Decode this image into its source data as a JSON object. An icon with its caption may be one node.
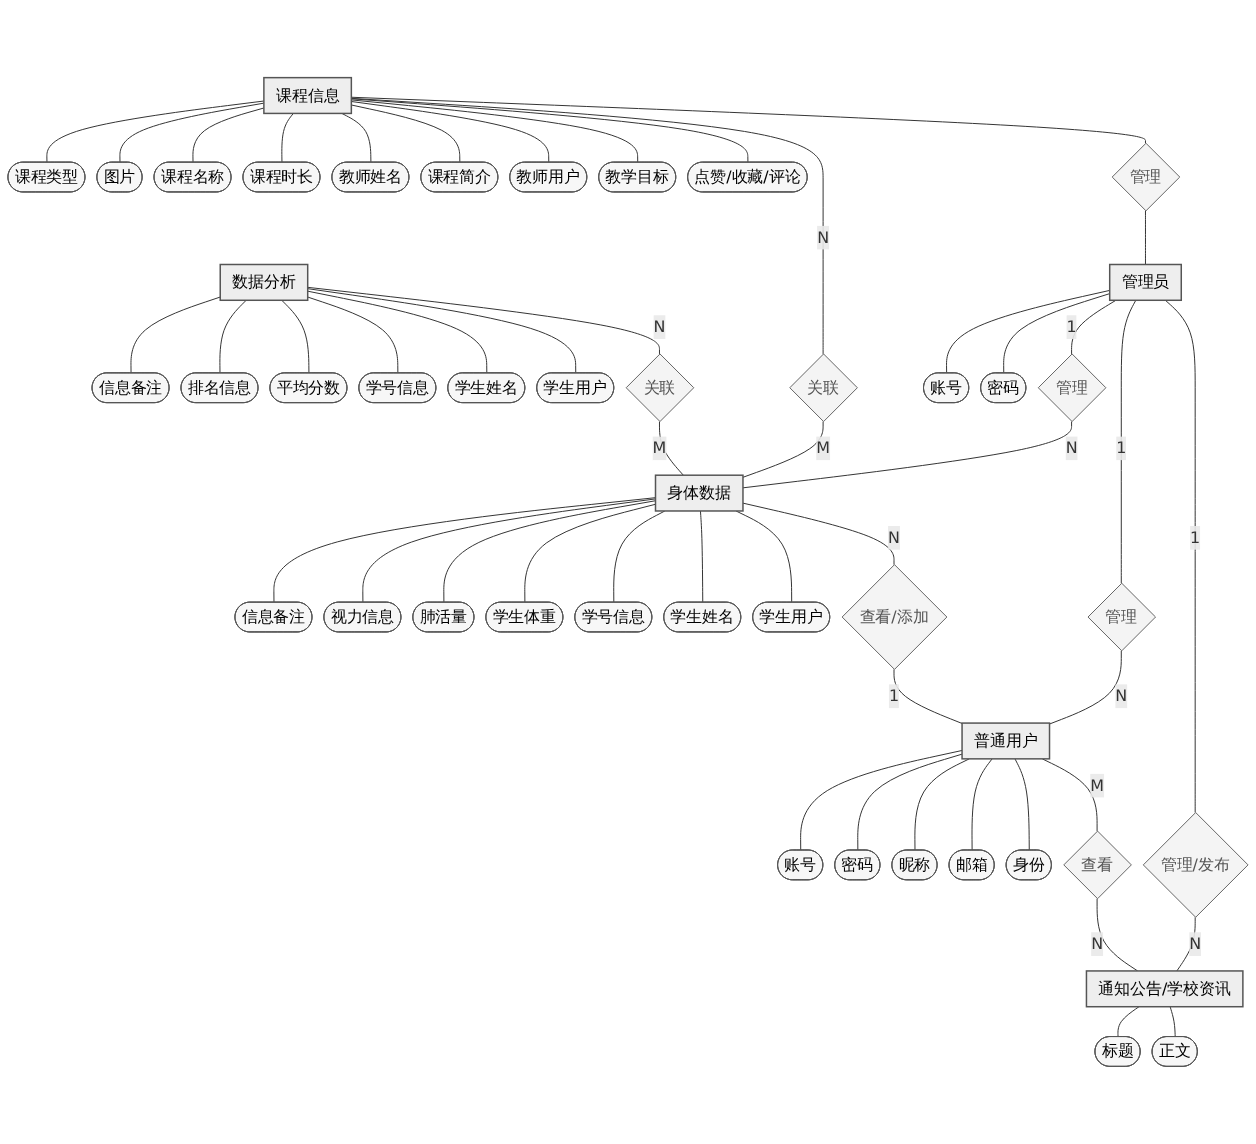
{
  "diagram": {
    "nodes": [
      {
        "text": [
          "信息备注"
        ]
      },
      {
        "text": [
          "排名信息"
        ]
      },
      {
        "text": [
          "平均分数"
        ]
      },
      {
        "text": [
          "学号信息"
        ]
      },
      {
        "text": [
          "学生姓名"
        ]
      },
      {
        "text": [
          "学生用户"
        ]
      },
      {
        "text": [
          "数据分析"
        ]
      },
      {
        "text": [
          "课程类型"
        ]
      },
      {
        "text": [
          "图片"
        ]
      },
      {
        "text": [
          "课程名称"
        ]
      },
      {
        "text": [
          "课程时长"
        ]
      },
      {
        "text": [
          "教师姓名"
        ]
      },
      {
        "text": [
          "课程简介"
        ]
      },
      {
        "text": [
          "教师用户"
        ]
      },
      {
        "text": [
          "教学目标"
        ]
      },
      {
        "text": [
          "点赞/收藏/评论"
        ]
      },
      {
        "text": [
          "信息备注"
        ]
      },
      {
        "text": [
          "视力信息"
        ]
      },
      {
        "text": [
          "肺活量"
        ]
      },
      {
        "text": [
          "关联"
        ]
      },
      {
        "text": [
          "学生体重"
        ]
      },
      {
        "text": [
          "课程信息"
        ]
      },
      {
        "text": [
          "关联"
        ]
      },
      {
        "text": [
          "身体数据"
        ]
      },
      {
        "text": [
          "学号信息"
        ]
      },
      {
        "text": [
          "学生姓名"
        ]
      },
      {
        "text": [
          "管理"
        ]
      },
      {
        "text": [
          "管理"
        ]
      },
      {
        "text": [
          "查看/添加"
        ]
      },
      {
        "text": [
          "学生用户"
        ]
      },
      {
        "text": [
          "账号"
        ]
      },
      {
        "text": [
          "管理员"
        ]
      },
      {
        "text": [
          "管理"
        ]
      },
      {
        "text": [
          "普通用户"
        ]
      },
      {
        "text": [
          "密码"
        ]
      },
      {
        "text": [
          "账号"
        ]
      },
      {
        "text": [
          "昵称"
        ]
      },
      {
        "text": [
          "密码"
        ]
      },
      {
        "text": [
          "管理/发布"
        ]
      },
      {
        "text": [
          "查看"
        ]
      },
      {
        "text": [
          "邮箱"
        ]
      },
      {
        "text": [
          "身份"
        ]
      },
      {
        "text": [
          "通知公告/学校资讯"
        ]
      },
      {
        "text": [
          "标题"
        ]
      },
      {
        "text": [
          "正文"
        ]
      }
    ],
    "edges": [
      {
        "from": 6,
        "to": 0,
        "arrow": "none"
      },
      {
        "from": 6,
        "to": 1,
        "arrow": "none"
      },
      {
        "from": 6,
        "to": 2,
        "arrow": "none"
      },
      {
        "from": 6,
        "to": 3,
        "arrow": "none"
      },
      {
        "from": 6,
        "to": 4,
        "arrow": "none"
      },
      {
        "from": 6,
        "to": 5,
        "arrow": "none"
      },
      {
        "from": 21,
        "to": 7,
        "arrow": "none"
      },
      {
        "from": 21,
        "to": 8,
        "arrow": "none"
      },
      {
        "from": 21,
        "to": 9,
        "arrow": "none"
      },
      {
        "from": 21,
        "to": 10,
        "arrow": "none"
      },
      {
        "from": 21,
        "to": 11,
        "arrow": "none"
      },
      {
        "from": 21,
        "to": 12,
        "arrow": "none"
      },
      {
        "from": 21,
        "to": 13,
        "arrow": "none"
      },
      {
        "from": 21,
        "to": 14,
        "arrow": "none"
      },
      {
        "from": 21,
        "to": 15,
        "arrow": "none"
      },
      {
        "from": 23,
        "to": 16,
        "arrow": "none"
      },
      {
        "from": 23,
        "to": 17,
        "arrow": "none"
      },
      {
        "from": 23,
        "to": 18,
        "arrow": "none"
      },
      {
        "from": 23,
        "to": 20,
        "arrow": "none"
      },
      {
        "from": 23,
        "to": 24,
        "arrow": "none"
      },
      {
        "from": 23,
        "to": 25,
        "arrow": "none"
      },
      {
        "from": 23,
        "to": 29,
        "arrow": "none"
      },
      {
        "from": 33,
        "to": 30,
        "arrow": "none"
      },
      {
        "from": 33,
        "to": 34,
        "arrow": "none"
      },
      {
        "from": 33,
        "to": 36,
        "arrow": "none"
      },
      {
        "from": 33,
        "to": 40,
        "arrow": "none"
      },
      {
        "from": 33,
        "to": 41,
        "arrow": "none"
      },
      {
        "from": 31,
        "to": 35,
        "arrow": "none"
      },
      {
        "from": 31,
        "to": 37,
        "arrow": "none"
      },
      {
        "from": 42,
        "to": 43,
        "arrow": "none"
      },
      {
        "from": 42,
        "to": 44,
        "arrow": "none"
      },
      {
        "from": 6,
        "to": 19,
        "arrow": "none",
        "label": "N"
      },
      {
        "from": 19,
        "to": 23,
        "arrow": "none",
        "label": "M"
      },
      {
        "from": 21,
        "to": 22,
        "arrow": "none",
        "label": "N"
      },
      {
        "from": 22,
        "to": 23,
        "arrow": "none",
        "label": "M"
      },
      {
        "from": 21,
        "to": 26,
        "arrow": "none"
      },
      {
        "from": 26,
        "to": 31,
        "arrow": "none"
      },
      {
        "from": 31,
        "to": 27,
        "arrow": "none",
        "label": "1"
      },
      {
        "from": 27,
        "to": 23,
        "arrow": "none",
        "label": "N"
      },
      {
        "from": 23,
        "to": 28,
        "arrow": "none",
        "label": "N"
      },
      {
        "from": 28,
        "to": 33,
        "arrow": "none",
        "label": "1"
      },
      {
        "from": 31,
        "to": 32,
        "arrow": "none",
        "label": "1"
      },
      {
        "from": 32,
        "to": 33,
        "arrow": "none",
        "label": "N"
      },
      {
        "from": 31,
        "to": 38,
        "arrow": "none",
        "label": "1"
      },
      {
        "from": 38,
        "to": 42,
        "arrow": "none",
        "label": "N"
      },
      {
        "from": 33,
        "to": 39,
        "arrow": "none",
        "label": "M"
      },
      {
        "from": 39,
        "to": 42,
        "arrow": "none",
        "label": "N"
      }
    ]
  }
}
